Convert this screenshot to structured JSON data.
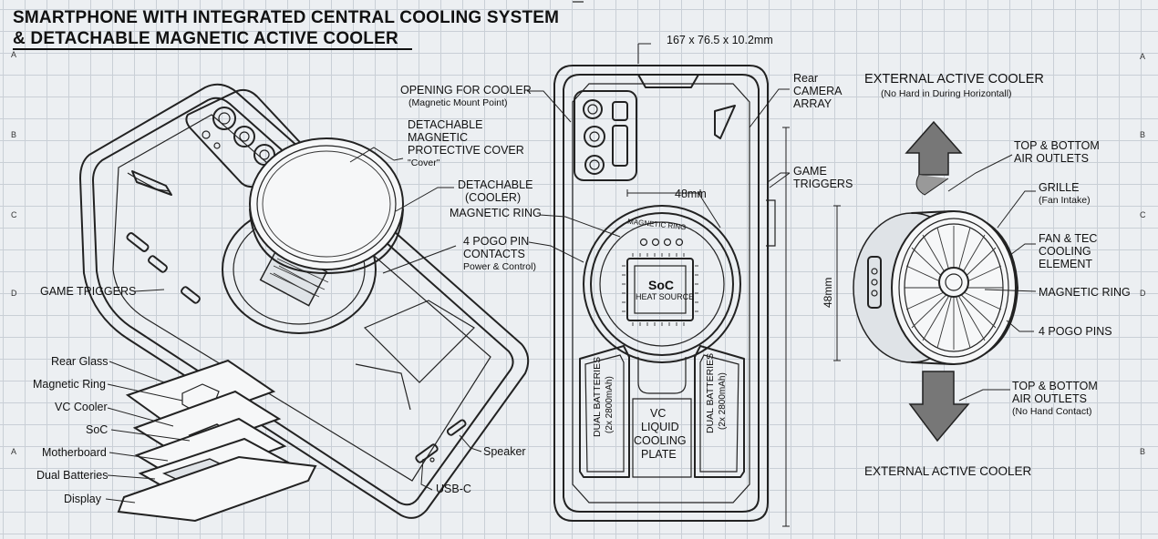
{
  "title": {
    "line1": "SMARTPHONE WITH INTEGRATED CENTRAL COOLING SYSTEM",
    "line2": "& DETACHABLE MAGNETIC ACTIVE COOLER"
  },
  "edge_marks": {
    "left": [
      "A",
      "B",
      "C",
      "D",
      "A"
    ],
    "right": [
      "A",
      "B",
      "C",
      "D",
      "B"
    ]
  },
  "left_view": {
    "game_triggers": "GAME TRIGGERS",
    "exploded_layers": [
      "Rear Glass",
      "Magnetic Ring",
      "VC Cooler",
      "SoC",
      "Motherboard",
      "Dual Batteries",
      "Display"
    ],
    "speaker": "Speaker",
    "usb_c": "USB-C"
  },
  "center_view": {
    "opening_line1": "OPENING FOR COOLER",
    "opening_line2": "(Magnetic Mount Point)",
    "cover_line1": "DETACHABLE",
    "cover_line2": "MAGNETIC",
    "cover_line3": "PROTECTIVE COVER",
    "cover_line4": "\"Cover\"",
    "cooler_line1": "DETACHABLE",
    "cooler_line2": "(COOLER)",
    "magnetic_ring": "MAGNETIC RING",
    "pogo_line1": "4 POGO PIN",
    "pogo_line2": "CONTACTS",
    "pogo_line3": "Power & Control)",
    "dimensions": "167 x 76.5 x 10.2mm",
    "rear_line1": "Rear",
    "rear_line2": "CAMERA",
    "rear_line3": "ARRAY",
    "game_line1": "GAME",
    "game_line2": "TRIGGERS",
    "width_48": "48mm",
    "ring_text": "MAGNETIC RING",
    "soc": "SoC",
    "heat_source": "HEAT SOURCE",
    "batt_left_line1": "DUAL BATTERIES",
    "batt_left_line2": "(2x 2800mAh)",
    "batt_right_line1": "DUAL BATTERIES",
    "batt_right_line2": "(2x 2800mAh)",
    "vc_line1": "VC",
    "vc_line2": "LIQUID",
    "vc_line3": "COOLING",
    "vc_line4": "PLATE"
  },
  "right_view": {
    "header_line1": "EXTERNAL ACTIVE COOLER",
    "header_line2": "(No Hard in During Horizontall)",
    "top_outlets_line1": "TOP & BOTTOM",
    "top_outlets_line2": "AIR OUTLETS",
    "grille_line1": "GRILLE",
    "grille_line2": "(Fan Intake)",
    "fan_line1": "FAN & TEC",
    "fan_line2": "COOLING",
    "fan_line3": "ELEMENT",
    "magnetic_ring": "MAGNETIC RING",
    "pogo_pins": "4 POGO PINS",
    "bottom_outlets_line1": "TOP & BOTTOM",
    "bottom_outlets_line2": "AIR OUTLETS",
    "bottom_outlets_line3": "(No Hand Contact)",
    "height_48": "48mm",
    "footer": "EXTERNAL ACTIVE COOLER"
  }
}
